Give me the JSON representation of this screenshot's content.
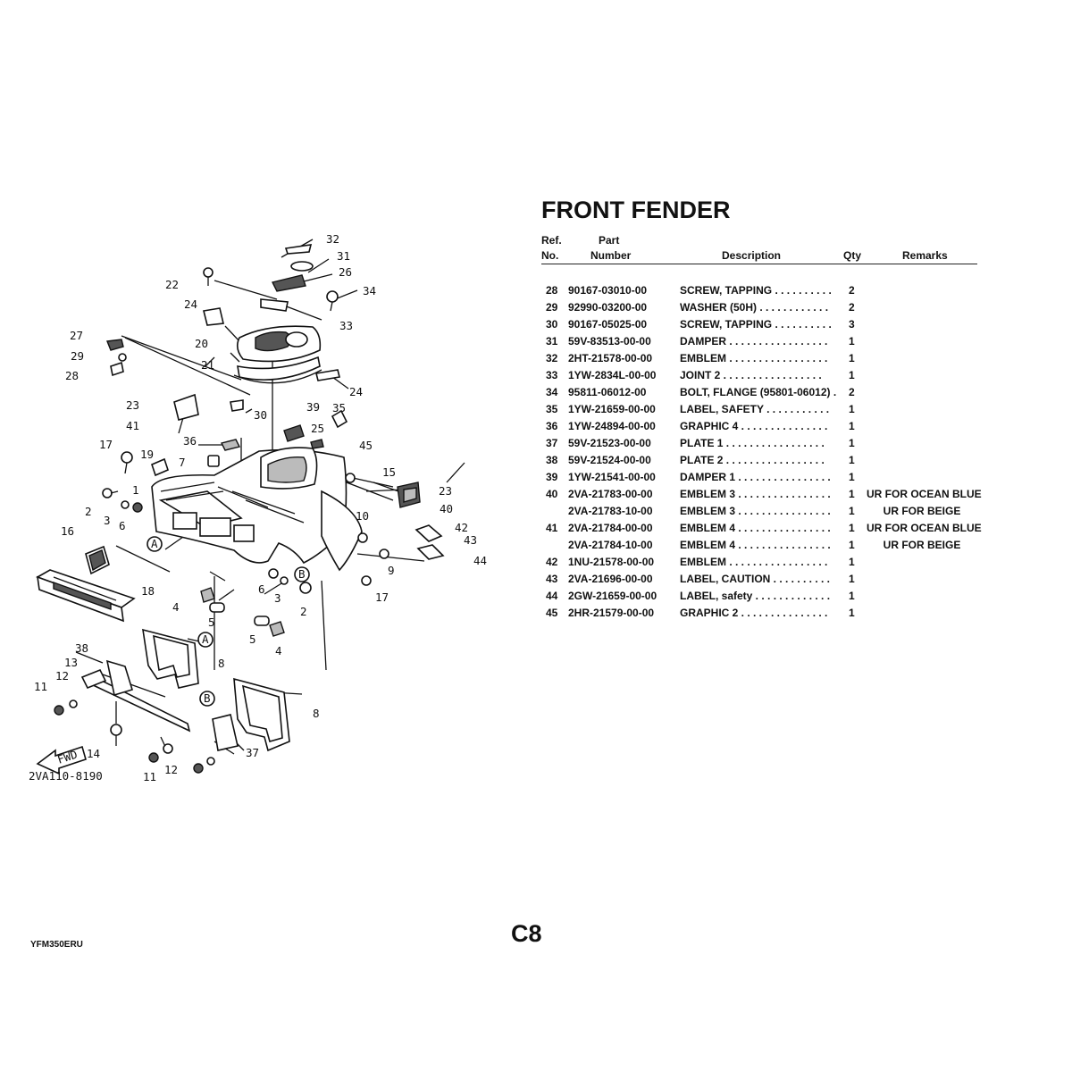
{
  "title": "FRONT FENDER",
  "table": {
    "header": {
      "ref_line1": "Ref.",
      "ref_line2": "No.",
      "part_line1": "Part",
      "part_line2": "Number",
      "description": "Description",
      "qty": "Qty",
      "remarks": "Remarks"
    },
    "rows": [
      {
        "ref": "28",
        "part": "90167-03010-00",
        "desc": "SCREW, TAPPING  . . . . . . . . . .",
        "qty": "2",
        "remarks": ""
      },
      {
        "ref": "29",
        "part": "92990-03200-00",
        "desc": "WASHER (50H)  . . . . . . . . . . . .",
        "qty": "2",
        "remarks": ""
      },
      {
        "ref": "30",
        "part": "90167-05025-00",
        "desc": "SCREW, TAPPING  . . . . . . . . . .",
        "qty": "3",
        "remarks": ""
      },
      {
        "ref": "31",
        "part": "59V-83513-00-00",
        "desc": "DAMPER  . . . . . . . . . . . . . . . . .",
        "qty": "1",
        "remarks": ""
      },
      {
        "ref": "32",
        "part": "2HT-21578-00-00",
        "desc": "EMBLEM  . . . . . . . . . . . . . . . . .",
        "qty": "1",
        "remarks": ""
      },
      {
        "ref": "33",
        "part": "1YW-2834L-00-00",
        "desc": "JOINT 2  . . . . . . . . . . . . . . . . .",
        "qty": "1",
        "remarks": ""
      },
      {
        "ref": "34",
        "part": "95811-06012-00",
        "desc": "BOLT, FLANGE (95801-06012)  .",
        "qty": "2",
        "remarks": ""
      },
      {
        "ref": "35",
        "part": "1YW-21659-00-00",
        "desc": "LABEL, SAFETY  . . . . . . . . . . .",
        "qty": "1",
        "remarks": ""
      },
      {
        "ref": "36",
        "part": "1YW-24894-00-00",
        "desc": "GRAPHIC 4  . . . . . . . . . . . . . . .",
        "qty": "1",
        "remarks": ""
      },
      {
        "ref": "37",
        "part": "59V-21523-00-00",
        "desc": "PLATE 1  . . . . . . . . . . . . . . . . .",
        "qty": "1",
        "remarks": ""
      },
      {
        "ref": "38",
        "part": "59V-21524-00-00",
        "desc": "PLATE 2  . . . . . . . . . . . . . . . . .",
        "qty": "1",
        "remarks": ""
      },
      {
        "ref": "39",
        "part": "1YW-21541-00-00",
        "desc": "DAMPER 1  . . . . . . . . . . . . . . . .",
        "qty": "1",
        "remarks": ""
      },
      {
        "ref": "40",
        "part": "2VA-21783-00-00",
        "desc": "EMBLEM 3  . . . . . . . . . . . . . . . .",
        "qty": "1",
        "remarks": "UR FOR OCEAN BLUE"
      },
      {
        "ref": "",
        "part": "2VA-21783-10-00",
        "desc": "EMBLEM 3  . . . . . . . . . . . . . . . .",
        "qty": "1",
        "remarks": "UR FOR BEIGE"
      },
      {
        "ref": "41",
        "part": "2VA-21784-00-00",
        "desc": "EMBLEM 4  . . . . . . . . . . . . . . . .",
        "qty": "1",
        "remarks": "UR FOR OCEAN BLUE"
      },
      {
        "ref": "",
        "part": "2VA-21784-10-00",
        "desc": "EMBLEM 4  . . . . . . . . . . . . . . . .",
        "qty": "1",
        "remarks": "UR FOR BEIGE"
      },
      {
        "ref": "42",
        "part": "1NU-21578-00-00",
        "desc": "EMBLEM  . . . . . . . . . . . . . . . . .",
        "qty": "1",
        "remarks": ""
      },
      {
        "ref": "43",
        "part": "2VA-21696-00-00",
        "desc": "LABEL, CAUTION  . . . . . . . . . .",
        "qty": "1",
        "remarks": ""
      },
      {
        "ref": "44",
        "part": "2GW-21659-00-00",
        "desc": "LABEL, safety  . . . . . . . . . . . . .",
        "qty": "1",
        "remarks": ""
      },
      {
        "ref": "45",
        "part": "2HR-21579-00-00",
        "desc": "GRAPHIC 2  . . . . . . . . . . . . . . .",
        "qty": "1",
        "remarks": ""
      }
    ]
  },
  "diagram": {
    "callouts": [
      "1",
      "2",
      "2",
      "3",
      "3",
      "4",
      "4",
      "5",
      "5",
      "6",
      "6",
      "7",
      "8",
      "8",
      "9",
      "10",
      "11",
      "11",
      "12",
      "12",
      "13",
      "14",
      "15",
      "16",
      "17",
      "17",
      "18",
      "19",
      "20",
      "21",
      "22",
      "23",
      "23",
      "24",
      "24",
      "25",
      "26",
      "27",
      "28",
      "29",
      "30",
      "31",
      "32",
      "33",
      "34",
      "35",
      "36",
      "37",
      "38",
      "39",
      "40",
      "41",
      "42",
      "43",
      "44",
      "45"
    ],
    "markers": [
      "A",
      "A",
      "B",
      "B"
    ],
    "fwd_label": "FWD",
    "drawing_code": "2VA110-8190"
  },
  "page_number": "C8",
  "model_code": "YFM350ERU"
}
